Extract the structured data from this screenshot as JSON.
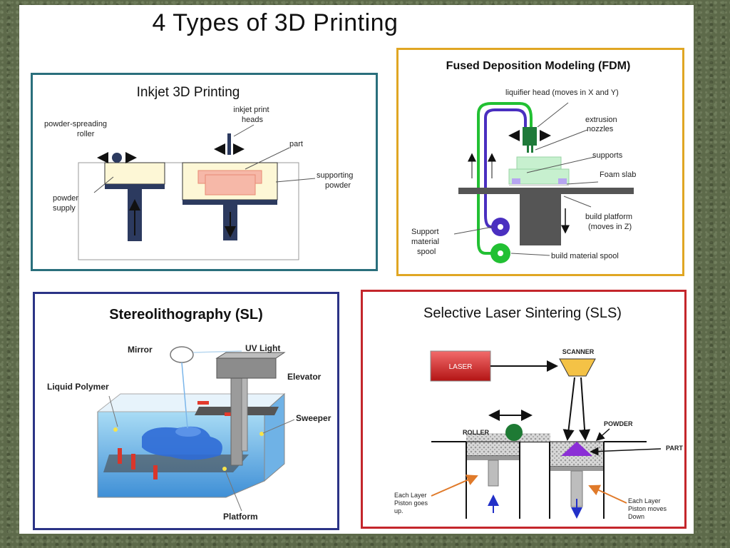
{
  "title": "4 Types of 3D Printing",
  "inkjet": {
    "title": "Inkjet 3D Printing",
    "roller_label": [
      "powder-spreading",
      "roller"
    ],
    "heads_label": [
      "inkjet print",
      "heads"
    ],
    "part_label": "part",
    "supporting_label": [
      "supporting",
      "powder"
    ],
    "supply_label": [
      "powder",
      "supply"
    ]
  },
  "fdm": {
    "title": "Fused Deposition Modeling (FDM)",
    "liquifier_label": "liquifier head (moves in X and Y)",
    "nozzles_label": [
      "extrusion",
      "nozzles"
    ],
    "supports_label": "supports",
    "foam_label": "Foam slab",
    "platform_label": [
      "build platform",
      "(moves in Z)"
    ],
    "support_spool_label": [
      "Support",
      "material",
      "spool"
    ],
    "build_spool_label": "build material spool"
  },
  "sl": {
    "title": "Stereolithography (SL)",
    "mirror_label": "Mirror",
    "uv_label": "UV Light",
    "elevator_label": "Elevator",
    "polymer_label": "Liquid Polymer",
    "sweeper_label": "Sweeper",
    "platform_label": "Platform"
  },
  "sls": {
    "title": "Selective Laser Sintering (SLS)",
    "laser_label": "LASER",
    "scanner_label": "SCANNER",
    "roller_label": "ROLLER",
    "powder_label": "POWDER",
    "part_label": "PART",
    "left_piston_label": [
      "Each Layer",
      "Piston goes",
      "up."
    ],
    "right_piston_label": [
      "Each Layer",
      "Piston moves",
      "Down"
    ]
  }
}
